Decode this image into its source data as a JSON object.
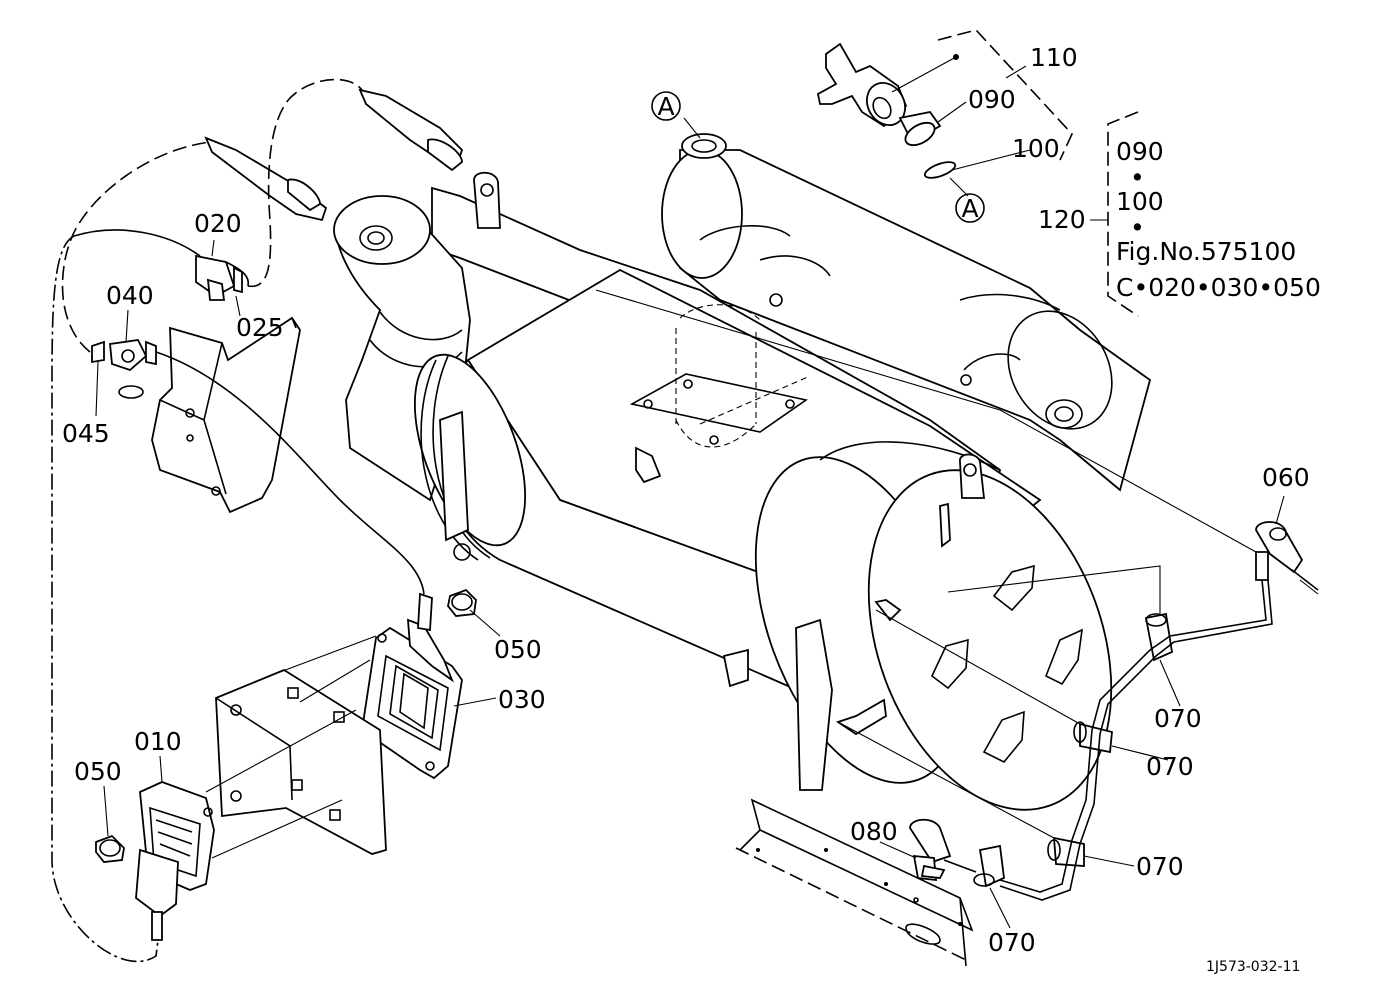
{
  "labels": {
    "p110": "110",
    "p090": "090",
    "p100": "100",
    "p120": "120",
    "p020": "020",
    "p025": "025",
    "p040": "040",
    "p045": "045",
    "p050a": "050",
    "p050b": "050",
    "p030": "030",
    "p010": "010",
    "p060": "060",
    "p070a": "070",
    "p070b": "070",
    "p070c": "070",
    "p070d": "070",
    "p080": "080",
    "refA1": "A",
    "refA2": "A"
  },
  "note": {
    "line1": "090",
    "dot1": "•",
    "line2": "100",
    "dot2": "•",
    "line3": "Fig.No.575100",
    "line4": "C•020•030•050"
  },
  "drawing_code": "1J573-032-11"
}
